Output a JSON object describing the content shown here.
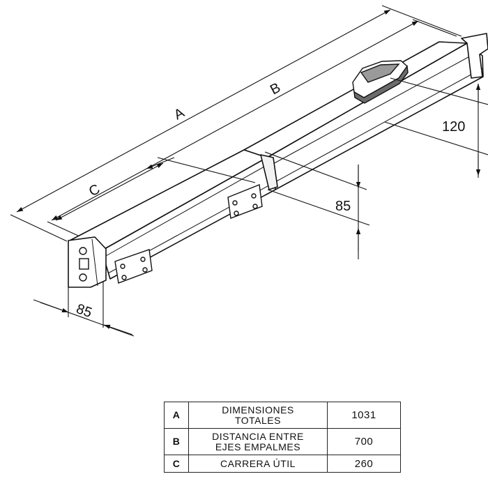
{
  "dimensions": {
    "width_side": "85",
    "front_height": "85",
    "bracket_height": "120"
  },
  "letters": {
    "A": "A",
    "B": "B",
    "C": "C"
  },
  "table": {
    "rows": [
      {
        "key": "A",
        "description": "DIMENSIONES\nTOTALES",
        "value": "1031"
      },
      {
        "key": "B",
        "description": "DISTANCIA ENTRE\nEJES EMPALMES",
        "value": "700"
      },
      {
        "key": "C",
        "description": "CARRERA ÚTIL",
        "value": "260"
      }
    ]
  }
}
